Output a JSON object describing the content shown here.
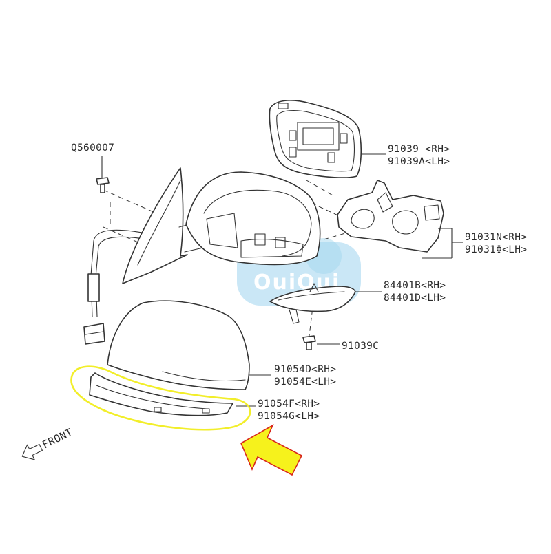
{
  "labels": {
    "bolt": "Q560007",
    "mirror_glass_rh": "91039  <RH>",
    "mirror_glass_lh": "91039A<LH>",
    "actuator_rh": "91031N<RH>",
    "actuator_lh": "91031Φ<LH>",
    "turn_lamp_rh": "84401B<RH>",
    "turn_lamp_lh": "84401D<LH>",
    "screw": "91039C",
    "cover_rh": "91054D<RH>",
    "cover_lh": "91054E<LH>",
    "garnish_rh": "91054F<RH>",
    "garnish_lh": "91054G<LH>"
  },
  "front_label": "FRONT",
  "watermark": "OuiOui",
  "colors": {
    "line": "#333333",
    "highlight": "#f2ee2a",
    "arrow_fill": "#f6f21c",
    "arrow_stroke": "#d8261b",
    "watermark": "#9ed4ee"
  }
}
